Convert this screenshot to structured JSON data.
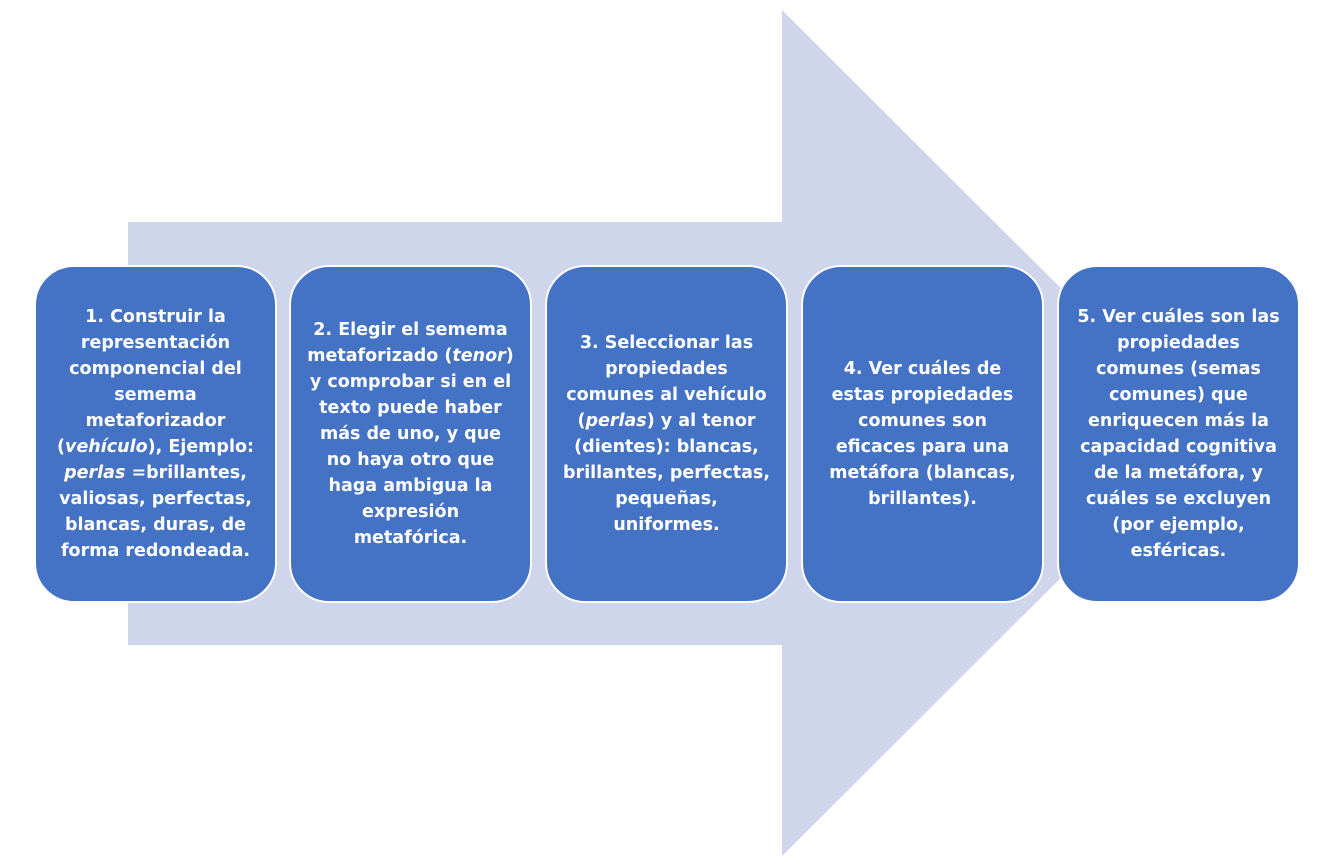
{
  "steps": [
    {
      "segments": [
        {
          "text": "1. Construir la representación componencial del semema metaforizador ("
        },
        {
          "text": "vehículo",
          "italic": true
        },
        {
          "text": "), Ejemplo: "
        },
        {
          "text": "perlas",
          "italic": true
        },
        {
          "text": " =brillantes, valiosas, perfectas, blancas, duras, de forma redondeada."
        }
      ]
    },
    {
      "segments": [
        {
          "text": "2. Elegir el semema metaforizado ("
        },
        {
          "text": "tenor",
          "italic": true
        },
        {
          "text": ") y comprobar si en el texto puede haber más de uno, y que no haya otro que haga ambigua la expresión metafórica."
        }
      ]
    },
    {
      "segments": [
        {
          "text": "3. Seleccionar las propiedades comunes al vehículo ("
        },
        {
          "text": "perlas",
          "italic": true
        },
        {
          "text": ") y al tenor (dientes): blancas, brillantes, perfectas, pequeñas, uniformes."
        }
      ]
    },
    {
      "segments": [
        {
          "text": "4. Ver cuáles de estas propiedades comunes son eficaces para una metáfora (blancas, brillantes)."
        }
      ]
    },
    {
      "segments": [
        {
          "text": "5. Ver cuáles son las propiedades comunes (semas comunes) que enriquecen más la capacidad cognitiva de la metáfora, y cuáles se excluyen (por ejemplo, esféricas."
        }
      ]
    }
  ],
  "colors": {
    "arrow": "#cfd5ea",
    "box": "#4472c4",
    "text": "#ffffff"
  }
}
